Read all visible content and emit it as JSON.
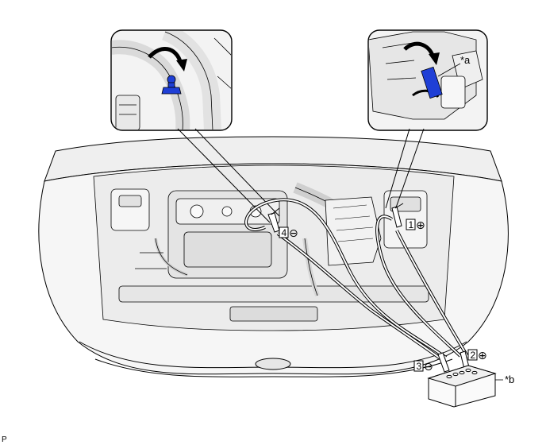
{
  "figure_code": "P",
  "callouts": {
    "inset_part_marker": "*a",
    "battery_marker": "*b"
  },
  "connection_steps": [
    {
      "number": "1",
      "polarity": "⊕"
    },
    {
      "number": "2",
      "polarity": "⊕"
    },
    {
      "number": "3",
      "polarity": "⊖"
    },
    {
      "number": "4",
      "polarity": "⊖"
    }
  ],
  "colors": {
    "line": "#000000",
    "engine_fill": "#f2f2f2",
    "engine_shade": "#dcdcdc",
    "highlight_part": "#1f3fd6"
  },
  "icons": [
    "rotation-arrow-icon",
    "clamp-icon",
    "battery-icon"
  ]
}
